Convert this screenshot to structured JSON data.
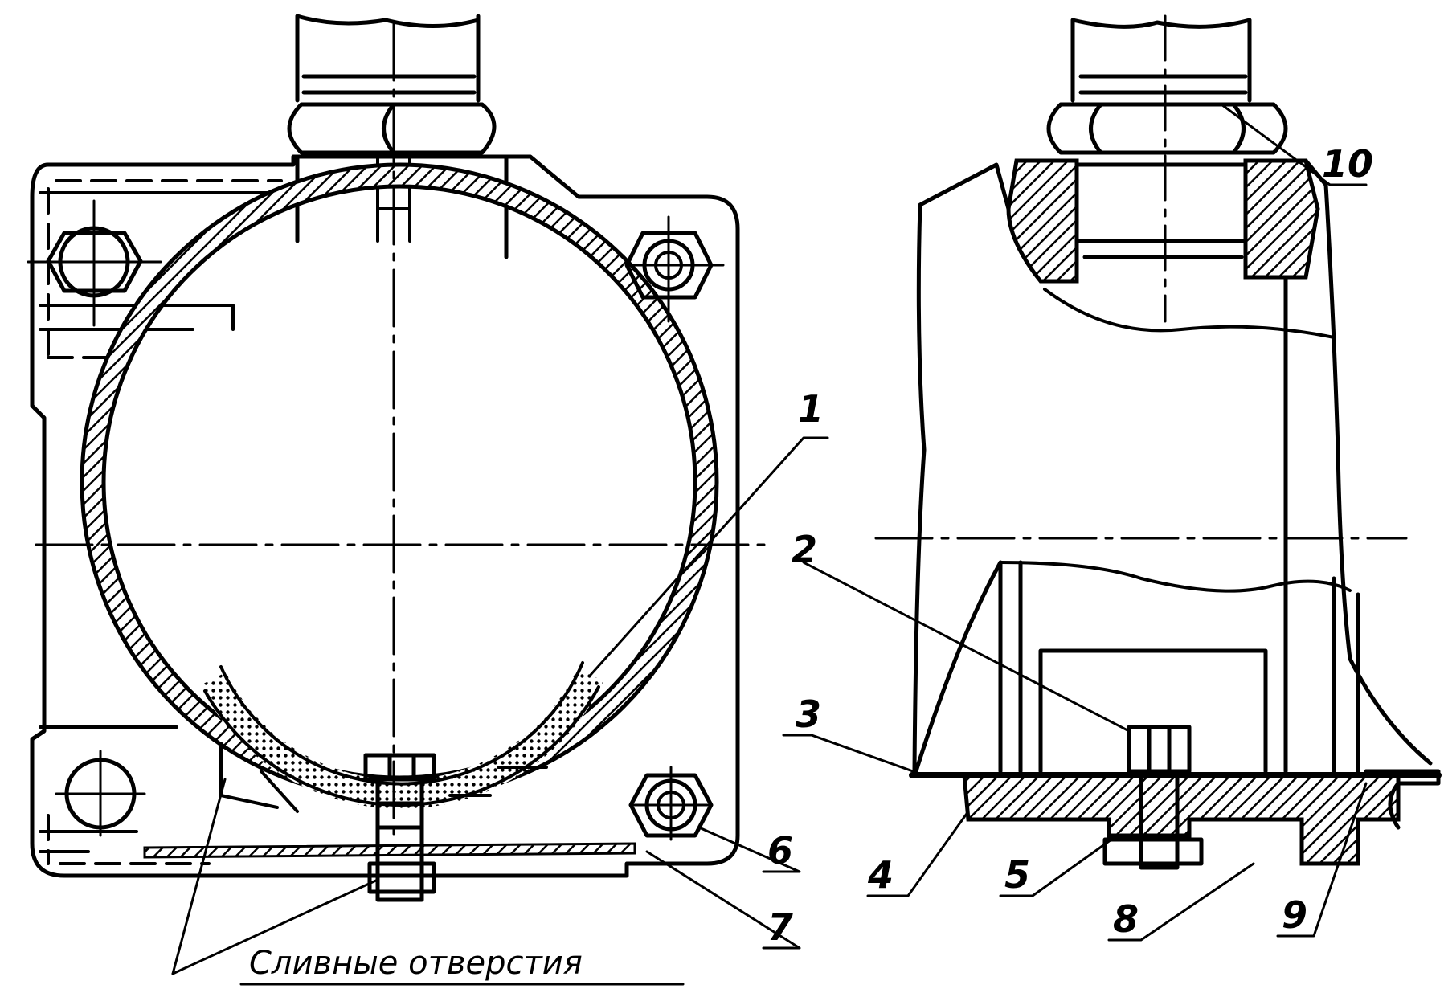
{
  "diagram": {
    "labels": {
      "l1": "1",
      "l2": "2",
      "l3": "3",
      "l4": "4",
      "l5": "5",
      "l6": "6",
      "l7": "7",
      "l8": "8",
      "l9": "9",
      "l10": "10"
    },
    "caption": "Сливные отверстия",
    "colors": {
      "ink": "#000000",
      "paper": "#ffffff"
    }
  }
}
